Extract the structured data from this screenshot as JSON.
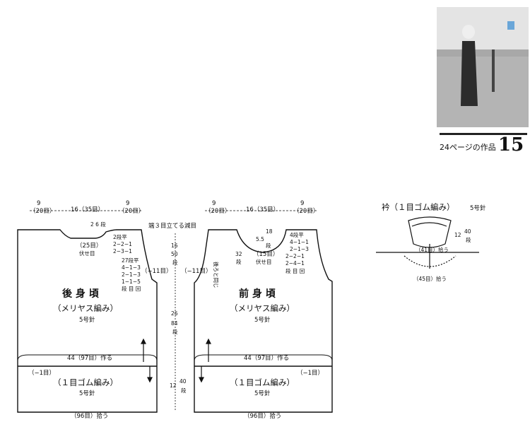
{
  "page": {
    "number": "15",
    "caption": "24ページの作品"
  },
  "back": {
    "title": "後 身 頃",
    "stitch": "（メリヤス編み）",
    "needle": "5号針",
    "rib_title": "（１目ゴム編み）",
    "rib_needle": "5号針",
    "top_left": "9",
    "top_left_sts": "（20目）",
    "top_mid": "16（35目）",
    "top_right": "9",
    "top_right_sts": "（20目）",
    "neck_rows": "2 6 段",
    "bind": "（25目）",
    "bind_label": "伏せ目",
    "shaping": [
      "2段平",
      "2−2−1",
      "2−3−1"
    ],
    "arm": [
      "27段平",
      "4−1−3",
      "2−1−3",
      "1−1−5"
    ],
    "arm_label": "段 目 回",
    "dec_arm": "（−11目）",
    "cast_on": "44（97目）作る",
    "dec_rib": "（−1目）",
    "pickup": "（96目）拾う"
  },
  "front": {
    "title": "前 身 頃",
    "stitch": "（メリヤス編み）",
    "needle": "5号針",
    "rib_title": "（１目ゴム編み）",
    "rib_needle": "5号針",
    "top_left": "9",
    "top_left_sts": "（20目）",
    "top_mid": "16（35目）",
    "top_right": "9",
    "top_right_sts": "（20目）",
    "neck_rows": "18",
    "neck_cm": "5.5",
    "neck_unit": "段",
    "bind": "（15目）",
    "bind_label": "伏せ目",
    "shaping": [
      "4段平",
      "4−1−1",
      "2−1−3",
      "2−2−1",
      "2−4−1"
    ],
    "shaping_label": "段 目 回",
    "dec_arm": "（−11目）",
    "same_as_back": "後ろと同じ",
    "cast_on": "44（97目）作る",
    "dec_rib": "（−1目）",
    "pickup": "（96目）拾う"
  },
  "center": {
    "note": "端３目立てる減目",
    "dim1": "16",
    "dim1_rows": "50",
    "dim1_unit": "段",
    "dim2_cm": "32",
    "dim2_unit": "段",
    "dim3": "26",
    "dim3_rows": "84",
    "dim3_unit": "段",
    "dim4": "12",
    "dim4_rows": "40",
    "dim4_unit": "段"
  },
  "collar": {
    "title": "衿（１目ゴム編み）",
    "needle": "5号針",
    "height": "12",
    "rows": "40",
    "unit": "段",
    "pick_inner": "（41目）拾う",
    "pick_outer": "（45目）拾う"
  }
}
